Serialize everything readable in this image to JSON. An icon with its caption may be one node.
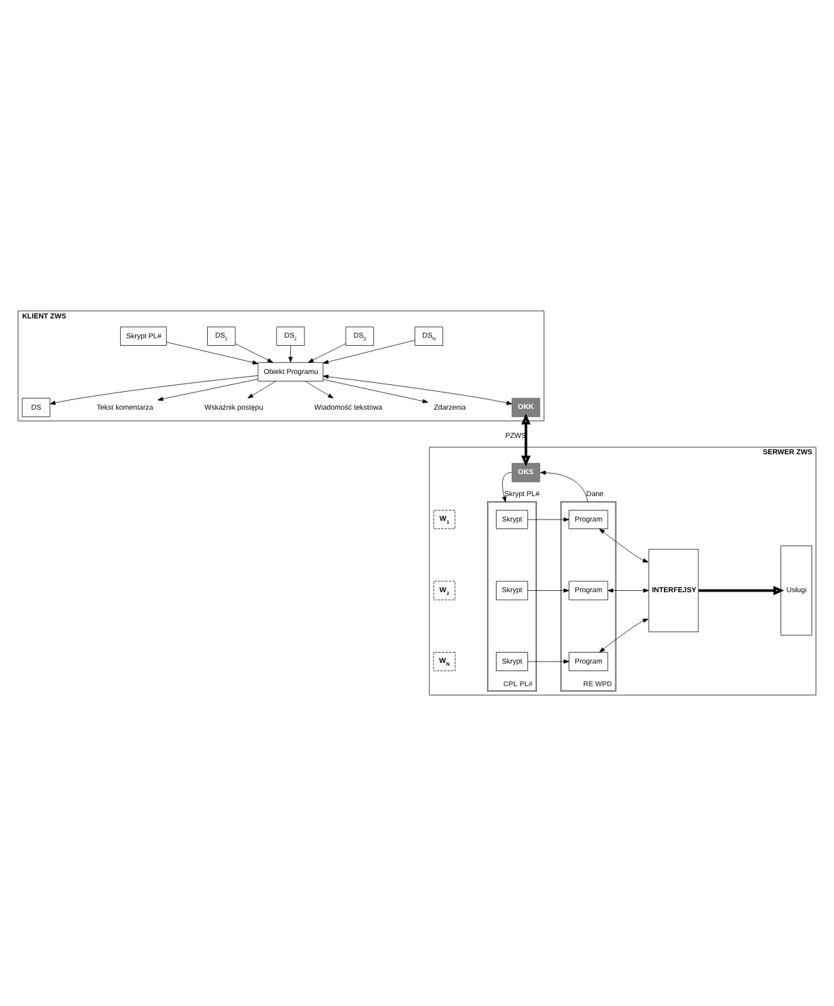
{
  "diagram": {
    "nodes": [
      {
        "text": [
          "KLIENT ZWS"
        ]
      },
      {
        "text": [
          "Skrypt PL#"
        ],
        "in": 0
      },
      {
        "text": [
          "DS$_{1}$"
        ],
        "in": 0
      },
      {
        "text": [
          "DS$_{2}$"
        ],
        "in": 0
      },
      {
        "text": [
          "DS$_{3}$"
        ],
        "in": 0
      },
      {
        "text": [
          "DS$_{N}$"
        ],
        "in": 0
      },
      {
        "text": [
          "Obiekt Programu"
        ],
        "in": 0
      },
      {
        "text": [
          "DS"
        ],
        "in": 0
      },
      {
        "text": [
          "Tekst komentarza"
        ],
        "in": 0
      },
      {
        "text": [
          "Wskaźnik postępu"
        ],
        "in": 0
      },
      {
        "text": [
          "Wiadomość tekstowa"
        ],
        "in": 0
      },
      {
        "text": [
          "Zdarzenia"
        ],
        "in": 0
      },
      {
        "text": [
          "OKK"
        ],
        "in": 0
      },
      {
        "text": [
          "SERWER ZWS"
        ]
      },
      {
        "text": [
          "OKS"
        ],
        "in": 13
      },
      {
        "text": [
          "CPL PL#"
        ],
        "in": 13
      },
      {
        "text": [
          "Skrypt"
        ],
        "in": 15
      },
      {
        "text": [
          "Skrypt"
        ],
        "in": 15
      },
      {
        "text": [
          "Skrypt"
        ],
        "in": 15
      },
      {
        "text": [
          "RE WPD"
        ],
        "in": 13
      },
      {
        "text": [
          "Program"
        ],
        "in": 19
      },
      {
        "text": [
          "Program"
        ],
        "in": 19
      },
      {
        "text": [
          "Program"
        ],
        "in": 19
      },
      {
        "text": [
          "W$_{1}$"
        ],
        "in": 13
      },
      {
        "text": [
          "W$_{2}$"
        ],
        "in": 13
      },
      {
        "text": [
          "W$_{N}$"
        ],
        "in": 13
      },
      {
        "text": [
          "INTERFEJSY"
        ],
        "in": 13
      },
      {
        "text": [
          "Usługi"
        ],
        "in": 13
      }
    ],
    "edges": [
      {
        "from": 1,
        "to": 6,
        "arrow": "to"
      },
      {
        "from": 2,
        "to": 6,
        "arrow": "to"
      },
      {
        "from": 3,
        "to": 6,
        "arrow": "to"
      },
      {
        "from": 4,
        "to": 6,
        "arrow": "to"
      },
      {
        "from": 5,
        "to": 6,
        "arrow": "to"
      },
      {
        "from": 6,
        "to": 7,
        "arrow": "to"
      },
      {
        "from": 6,
        "to": 8,
        "arrow": "to"
      },
      {
        "from": 6,
        "to": 9,
        "arrow": "to"
      },
      {
        "from": 6,
        "to": 10,
        "arrow": "to"
      },
      {
        "from": 6,
        "to": 11,
        "arrow": "to"
      },
      {
        "from": 6,
        "to": 12,
        "arrow": "both"
      },
      {
        "from": 12,
        "to": 14,
        "arrow": "both",
        "label": "PZWS",
        "style": "thick"
      },
      {
        "from": 14,
        "to": 15,
        "arrow": "to",
        "label": "Skrypt PL#"
      },
      {
        "from": 19,
        "to": 14,
        "arrow": "to",
        "label": "Dane"
      },
      {
        "from": 16,
        "to": 20,
        "arrow": "to"
      },
      {
        "from": 17,
        "to": 21,
        "arrow": "to"
      },
      {
        "from": 18,
        "to": 22,
        "arrow": "to"
      },
      {
        "from": 20,
        "to": 26,
        "arrow": "both"
      },
      {
        "from": 21,
        "to": 26,
        "arrow": "both"
      },
      {
        "from": 22,
        "to": 26,
        "arrow": "both"
      },
      {
        "from": 26,
        "to": 27,
        "arrow": "to",
        "style": "thick"
      }
    ]
  }
}
